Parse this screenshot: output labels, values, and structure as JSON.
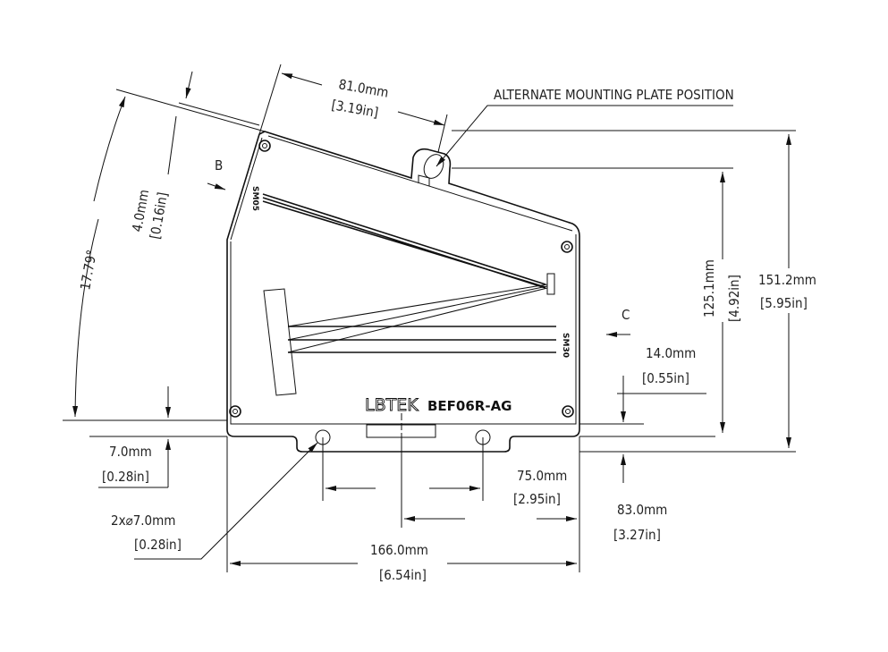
{
  "title": "LBTEK BEF06R-AG dimension drawing",
  "brand": "LBTEK",
  "model": "BEF06R-AG",
  "port_labels": {
    "top": "SM05",
    "side": "SM30"
  },
  "view_labels": {
    "b": "B",
    "c": "C"
  },
  "callout": "ALTERNATE MOUNTING PLATE POSITION",
  "dimensions": {
    "d81": {
      "mm": "81.0mm",
      "in": "[3.19in]"
    },
    "d4": {
      "mm": "4.0mm",
      "in": "[0.16in]"
    },
    "angle": "17.79°",
    "d125": {
      "mm": "125.1mm",
      "in": "[4.92in]"
    },
    "d151": {
      "mm": "151.2mm",
      "in": "[5.95in]"
    },
    "d14": {
      "mm": "14.0mm",
      "in": "[0.55in]"
    },
    "d7": {
      "mm": "7.0mm",
      "in": "[0.28in]"
    },
    "hole": {
      "mm": "2x⌀7.0mm",
      "in": "[0.28in]"
    },
    "d75": {
      "mm": "75.0mm",
      "in": "[2.95in]"
    },
    "d83": {
      "mm": "83.0mm",
      "in": "[3.27in]"
    },
    "d166": {
      "mm": "166.0mm",
      "in": "[6.54in]"
    }
  }
}
